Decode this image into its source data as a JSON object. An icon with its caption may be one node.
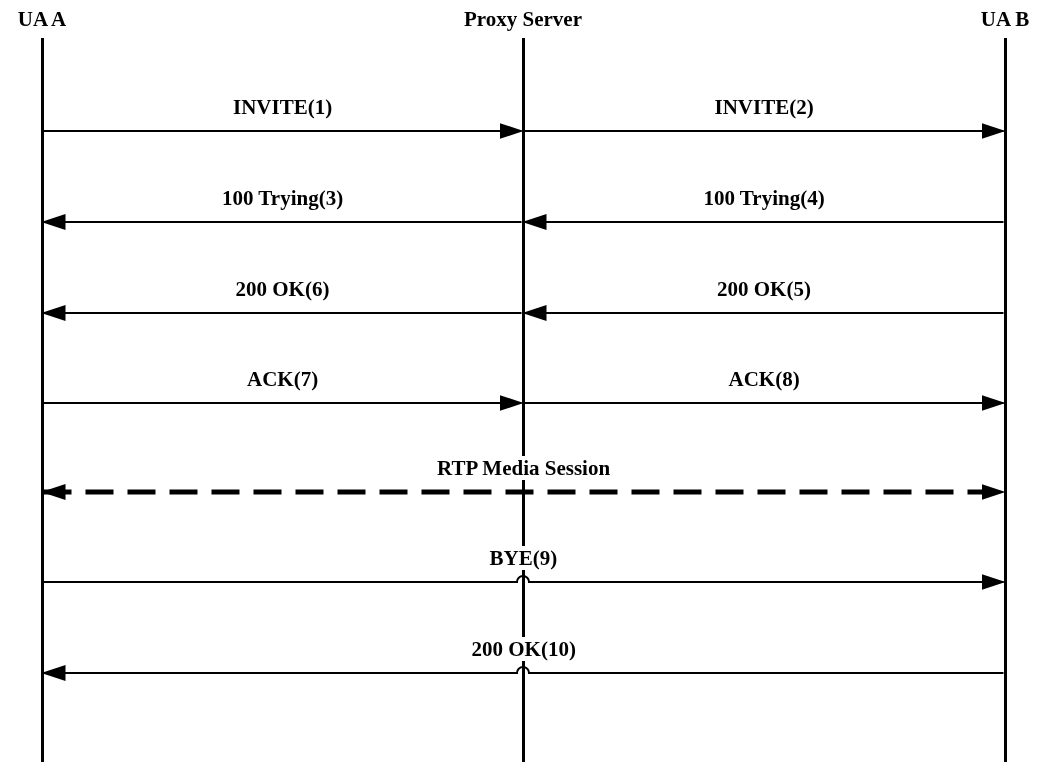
{
  "diagram": {
    "nodes": [
      {
        "text": [
          "UA A"
        ]
      },
      {
        "text": [
          "Proxy Server"
        ]
      },
      {
        "text": [
          "UA B"
        ]
      }
    ],
    "edges": [
      {
        "from": 0,
        "to": 1,
        "arrow": "to",
        "label": "INVITE(1)"
      },
      {
        "from": 1,
        "to": 2,
        "arrow": "to",
        "label": "INVITE(2)"
      },
      {
        "from": 1,
        "to": 0,
        "arrow": "to",
        "label": "100 Trying(3)"
      },
      {
        "from": 2,
        "to": 1,
        "arrow": "to",
        "label": "100 Trying(4)"
      },
      {
        "from": 1,
        "to": 0,
        "arrow": "to",
        "label": "200 OK(6)"
      },
      {
        "from": 2,
        "to": 1,
        "arrow": "to",
        "label": "200 OK(5)"
      },
      {
        "from": 0,
        "to": 1,
        "arrow": "to",
        "label": "ACK(7)"
      },
      {
        "from": 1,
        "to": 2,
        "arrow": "to",
        "label": "ACK(8)"
      },
      {
        "from": 0,
        "to": 2,
        "arrow": "both",
        "label": "RTP Media Session",
        "style": "dashed"
      },
      {
        "from": 0,
        "to": 2,
        "arrow": "to",
        "label": "BYE(9)"
      },
      {
        "from": 2,
        "to": 0,
        "arrow": "to",
        "label": "200 OK(10)"
      }
    ]
  }
}
